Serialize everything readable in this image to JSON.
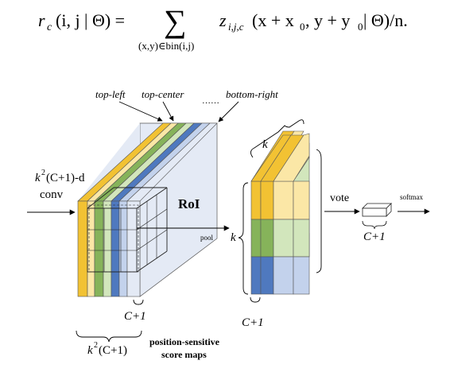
{
  "formula": {
    "lhs": "r",
    "lhs_sub": "c",
    "lhs_args": "(i, j | Θ) =",
    "sum_symbol": "∑",
    "sum_range": "(x,y)∈bin(i,j)",
    "rhs": "z",
    "rhs_sub": "i,j,c",
    "rhs_args": "(x + x",
    "x0_sub": "0",
    "rhs_mid": ", y + y",
    "y0_sub": "0",
    "rhs_end": " | Θ)/n."
  },
  "labels": {
    "top_left": "top-left",
    "top_center": "top-center",
    "dots": "……",
    "bottom_right": "bottom-right",
    "conv_k": "k",
    "conv_exp": "2",
    "conv_rest": "(C+1)-d",
    "conv_word": "conv",
    "roi": "RoI",
    "pool": "pool",
    "k_top": "k",
    "k_side": "k",
    "c1_stack": "C+1",
    "c1_grid": "C+1",
    "vote": "vote",
    "softmax": "softmax",
    "c1_out": "C+1",
    "k2_k": "k",
    "k2_exp": "2",
    "k2_rest": "(C+1)",
    "psm_line1": "position-sensitive",
    "psm_line2": "score maps"
  },
  "colors": {
    "yellow": "#F2C233",
    "yellow_light": "#FBE7A6",
    "green": "#86B35A",
    "green_light": "#D2E6BC",
    "blue": "#4F79BF",
    "blue_light": "#C3D2EC",
    "back": "#E4EAF5"
  }
}
